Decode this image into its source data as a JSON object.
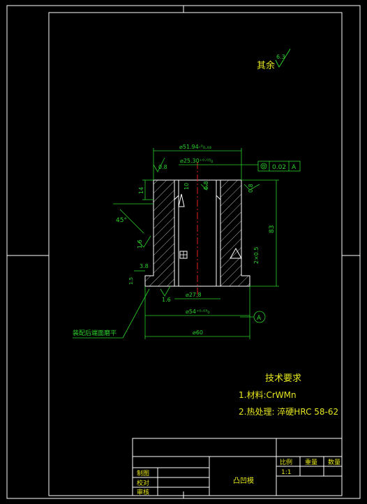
{
  "surface_finish": {
    "label": "其余",
    "value": "6.3"
  },
  "dimensions": {
    "top_width": "⌀51.94-⁰₀.₀₃",
    "bore_top": "⌀25.30⁺⁰·⁰³₀",
    "bore_bottom": "⌀27.8",
    "step_dia": "⌀54⁺⁰·⁰³₀",
    "outer_dia": "⌀60",
    "height_total": "83",
    "height_top": "14",
    "depth_small": "10",
    "chamfer_angle": "45°",
    "chamfer_side": "2×0.5",
    "step_height": "3.8",
    "step_small": "1.5"
  },
  "tolerances": {
    "flatness_value": "0.02",
    "datum": "A"
  },
  "roughness": {
    "r1": "0.8",
    "r2": "0.8",
    "r3": "0.8",
    "r4": "1.6",
    "r5": "1.6"
  },
  "datum_label": "A",
  "note_leader": "装配后端面磨平",
  "tech_requirements": {
    "title": "技术要求",
    "item1": "1.材料:CrWMn",
    "item2": "2.热处理: 淬硬HRC 58-62"
  },
  "title_block": {
    "part_name": "凸凹模",
    "scale_header": "比例",
    "weight_header": "重量",
    "qty_header": "数量",
    "scale_value": "1:1",
    "drawn_label": "制图",
    "checked_label": "校对",
    "approved_label": "审核"
  },
  "colors": {
    "line": "#ffffff",
    "dim": "#2bd12b",
    "text": "#e6e61e",
    "centerline": "#e02020"
  }
}
